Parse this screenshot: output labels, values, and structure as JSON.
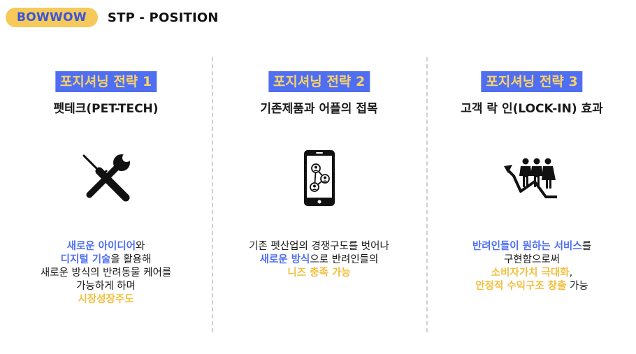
{
  "header": {
    "brand": "BOWWOW",
    "title": "STP - POSITION"
  },
  "colors": {
    "accent_blue": "#4f6ef1",
    "accent_yellow": "#f5c95a"
  },
  "columns": [
    {
      "label": "포지셔닝 전략 1",
      "subtitle": "펫테크(PET-TECH)",
      "icon": "tools-icon",
      "desc": {
        "l1a": "새로운 아이디어",
        "l1b": "와",
        "l2a": "디지털 기술",
        "l2b": "을 활용해",
        "l3": "새로운 방식의 반려동물 케어를",
        "l4": "가능하게 하며",
        "l5": "시장성장주도"
      }
    },
    {
      "label": "포지셔닝 전략 2",
      "subtitle": "기존제품과 어플의 접목",
      "icon": "smartphone-network-icon",
      "desc": {
        "l1": "기존 펫산업의 경쟁구도를 벗어나",
        "l2a": "새로운 방식",
        "l2b": "으로 반려인들의",
        "l3": "니즈 충족 가능"
      }
    },
    {
      "label": "포지셔닝 전략 3",
      "subtitle": "고객 락 인(LOCK-IN) 효과",
      "icon": "people-growth-icon",
      "desc": {
        "l1a": "반려인들이 원하는 서비스",
        "l1b": "를",
        "l2": "구현함으로써",
        "l3a": "소비자가치 극대화",
        "l3b": ",",
        "l4a": "안정적 수익구조 창출",
        "l4b": " 가능"
      }
    }
  ]
}
